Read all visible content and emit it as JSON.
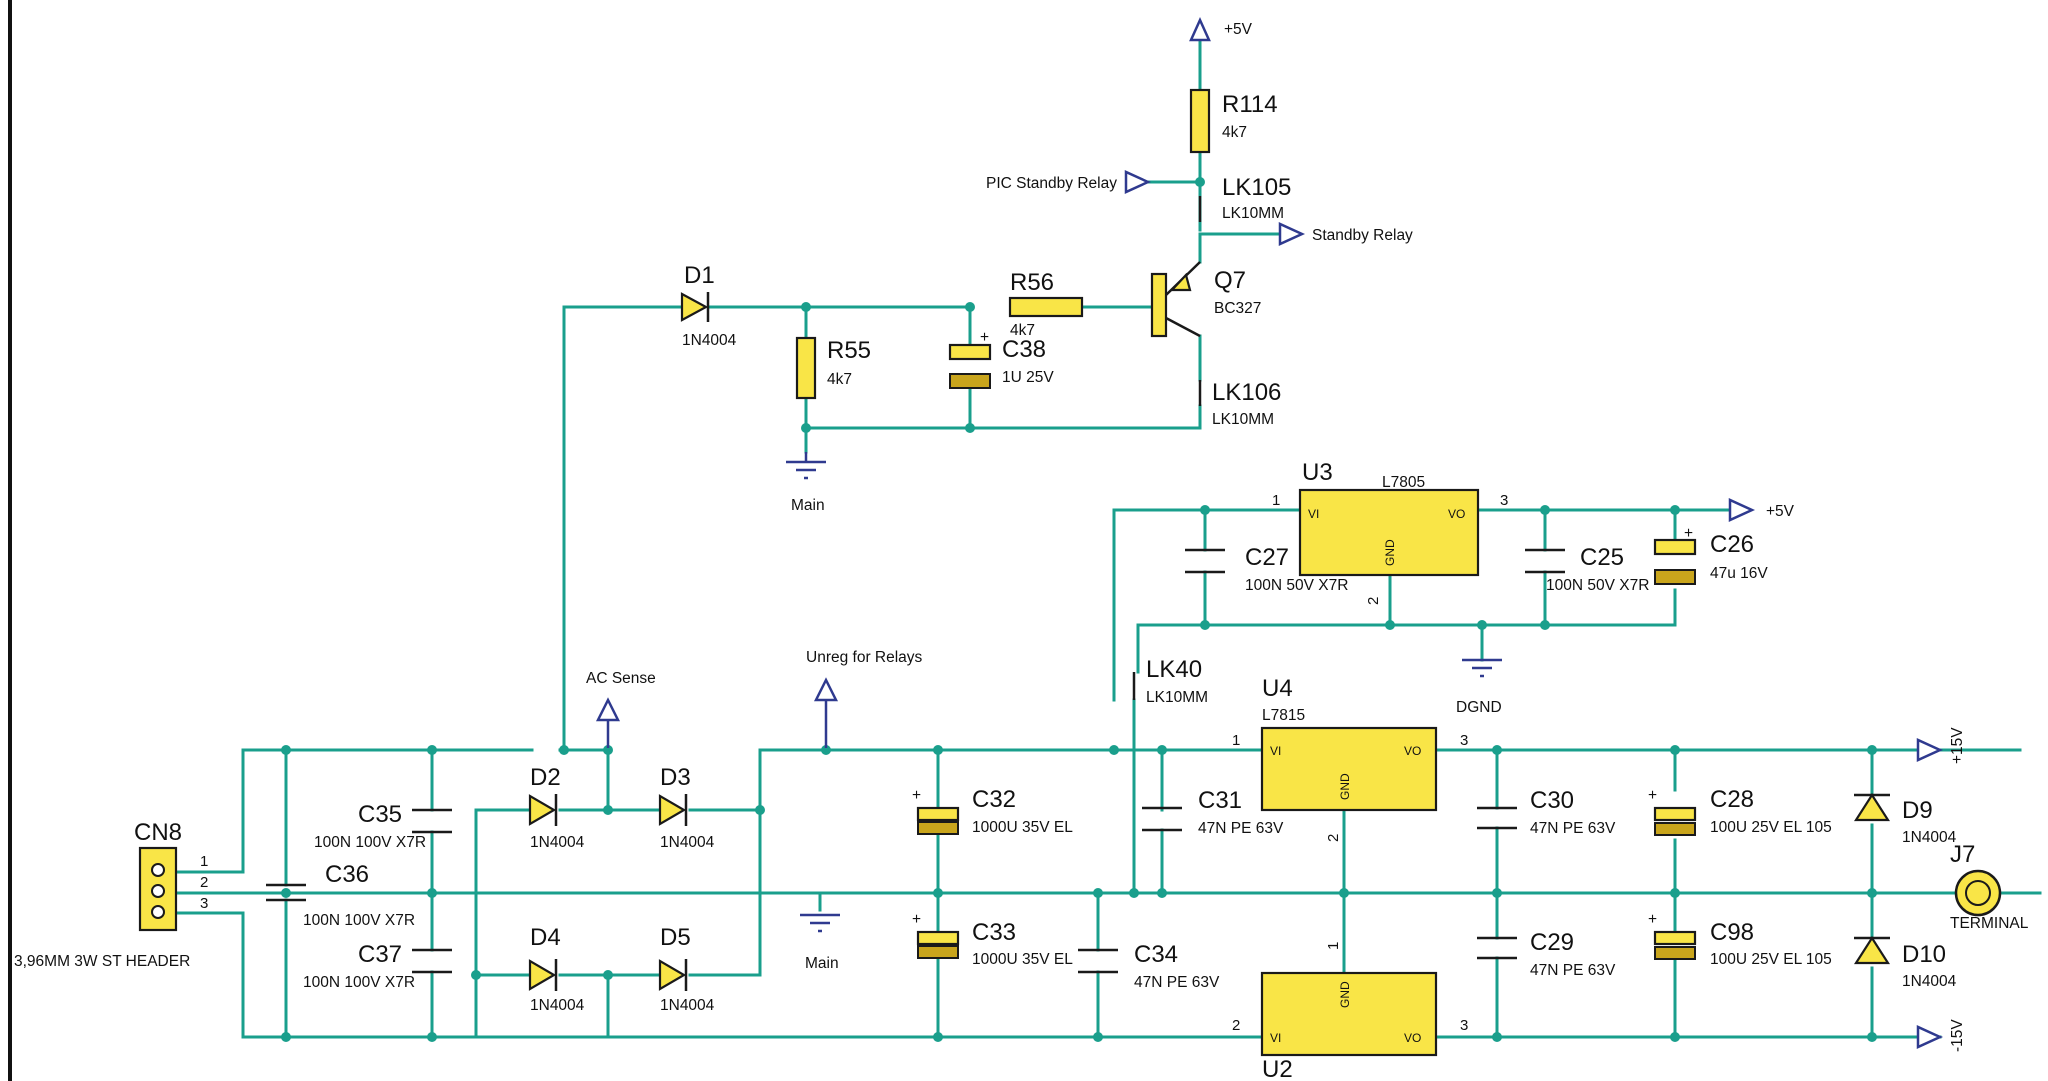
{
  "power": {
    "p5v": "+5V",
    "p15v": "+15V",
    "n15v": "-15V",
    "ac_sense": "AC Sense",
    "unreg": "Unreg for Relays",
    "pic_standby": "PIC Standby Relay",
    "standby_relay": "Standby Relay"
  },
  "grounds": {
    "main": "Main",
    "dgnd": "DGND"
  },
  "components": {
    "R114": {
      "ref": "R114",
      "value": "4k7"
    },
    "LK105": {
      "ref": "LK105",
      "value": "LK10MM"
    },
    "Q7": {
      "ref": "Q7",
      "value": "BC327"
    },
    "LK106": {
      "ref": "LK106",
      "value": "LK10MM"
    },
    "D1": {
      "ref": "D1",
      "value": "1N4004"
    },
    "R55": {
      "ref": "R55",
      "value": "4k7"
    },
    "C38": {
      "ref": "C38",
      "value": "1U 25V"
    },
    "R56": {
      "ref": "R56",
      "value": "4k7"
    },
    "U3": {
      "ref": "U3",
      "value": "L7805"
    },
    "C27": {
      "ref": "C27",
      "value": "100N 50V X7R"
    },
    "C25": {
      "ref": "C25",
      "value": "100N 50V X7R"
    },
    "C26": {
      "ref": "C26",
      "value": "47u 16V"
    },
    "LK40": {
      "ref": "LK40",
      "value": "LK10MM"
    },
    "U4": {
      "ref": "U4",
      "value": "L7815"
    },
    "U2": {
      "ref": "U2"
    },
    "C35": {
      "ref": "C35",
      "value": "100N 100V X7R"
    },
    "C36": {
      "ref": "C36",
      "value": "100N 100V X7R"
    },
    "C37": {
      "ref": "C37",
      "value": "100N 100V X7R"
    },
    "CN8": {
      "ref": "CN8",
      "value": "3,96MM 3W ST HEADER"
    },
    "D2": {
      "ref": "D2",
      "value": "1N4004"
    },
    "D3": {
      "ref": "D3",
      "value": "1N4004"
    },
    "D4": {
      "ref": "D4",
      "value": "1N4004"
    },
    "D5": {
      "ref": "D5",
      "value": "1N4004"
    },
    "C32": {
      "ref": "C32",
      "value": "1000U 35V EL"
    },
    "C33": {
      "ref": "C33",
      "value": "1000U 35V EL"
    },
    "C34": {
      "ref": "C34",
      "value": "47N PE 63V"
    },
    "C31": {
      "ref": "C31",
      "value": "47N PE 63V"
    },
    "C30": {
      "ref": "C30",
      "value": "47N PE 63V"
    },
    "C29": {
      "ref": "C29",
      "value": "47N PE 63V"
    },
    "C28": {
      "ref": "C28",
      "value": "100U 25V EL 105"
    },
    "C98": {
      "ref": "C98",
      "value": "100U 25V EL 105"
    },
    "D9": {
      "ref": "D9",
      "value": "1N4004"
    },
    "D10": {
      "ref": "D10",
      "value": "1N4004"
    },
    "J7": {
      "ref": "J7",
      "value": "TERMINAL"
    }
  },
  "ic_pins": {
    "vi": "VI",
    "vo": "VO",
    "gnd": "GND"
  },
  "pin_numbers": {
    "p1": "1",
    "p2": "2",
    "p3": "3"
  },
  "symbols": {
    "plus": "+",
    "minus": "-"
  },
  "colors": {
    "wire": "#1a9f8c",
    "component": "#f9e547",
    "port": "#2f3a8f"
  }
}
